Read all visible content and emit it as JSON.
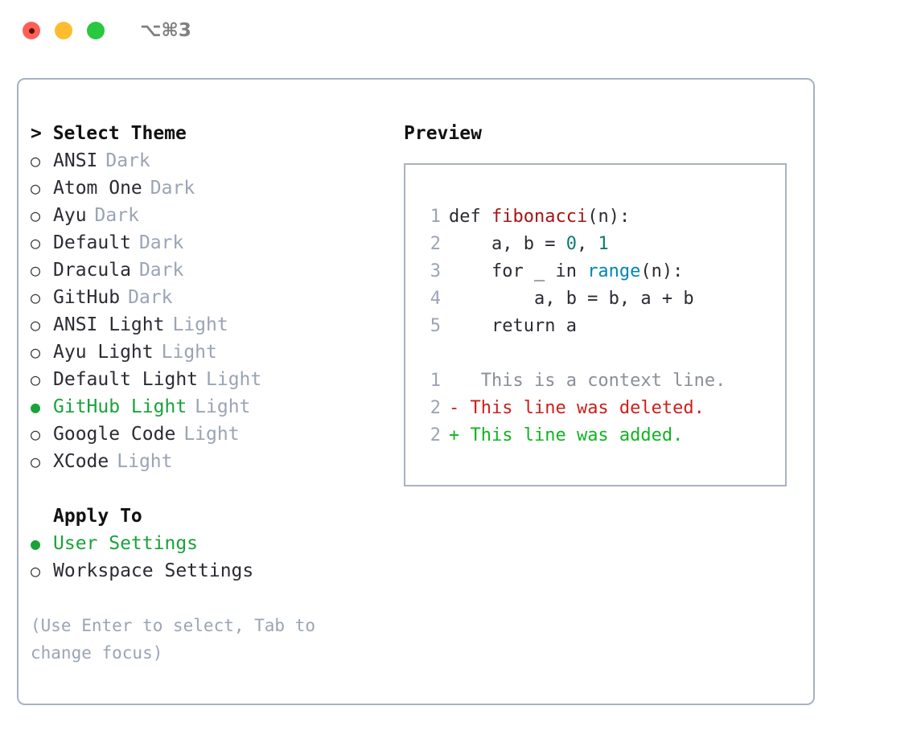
{
  "titlebar": {
    "shortcut": "⌥⌘3",
    "lights": [
      "close-red",
      "minimize-amber",
      "maximize-green"
    ]
  },
  "theme_panel": {
    "header": "> Select Theme",
    "options": [
      {
        "marker": "○",
        "label": "ANSI",
        "kind": "Dark",
        "selected": false
      },
      {
        "marker": "○",
        "label": "Atom One",
        "kind": "Dark",
        "selected": false
      },
      {
        "marker": "○",
        "label": "Ayu",
        "kind": "Dark",
        "selected": false
      },
      {
        "marker": "○",
        "label": "Default",
        "kind": "Dark",
        "selected": false
      },
      {
        "marker": "○",
        "label": "Dracula",
        "kind": "Dark",
        "selected": false
      },
      {
        "marker": "○",
        "label": "GitHub",
        "kind": "Dark",
        "selected": false
      },
      {
        "marker": "○",
        "label": "ANSI Light",
        "kind": "Light",
        "selected": false
      },
      {
        "marker": "○",
        "label": "Ayu Light",
        "kind": "Light",
        "selected": false
      },
      {
        "marker": "○",
        "label": "Default Light",
        "kind": "Light",
        "selected": false
      },
      {
        "marker": "●",
        "label": "GitHub Light",
        "kind": "Light",
        "selected": true
      },
      {
        "marker": "○",
        "label": "Google Code",
        "kind": "Light",
        "selected": false
      },
      {
        "marker": "○",
        "label": "XCode",
        "kind": "Light",
        "selected": false
      }
    ]
  },
  "apply_to": {
    "header": "Apply To",
    "options": [
      {
        "marker": "●",
        "label": "User Settings",
        "selected": true
      },
      {
        "marker": "○",
        "label": "Workspace Settings",
        "selected": false
      }
    ]
  },
  "hint": "(Use Enter to select, Tab to change focus)",
  "preview": {
    "header": "Preview",
    "code_lines": [
      {
        "num": "1",
        "tokens": [
          {
            "text": "def ",
            "type": "plain"
          },
          {
            "text": "fibonacci",
            "type": "func"
          },
          {
            "text": "(n):",
            "type": "plain"
          }
        ]
      },
      {
        "num": "2",
        "tokens": [
          {
            "text": "    a, b = ",
            "type": "plain"
          },
          {
            "text": "0",
            "type": "num"
          },
          {
            "text": ", ",
            "type": "plain"
          },
          {
            "text": "1",
            "type": "num"
          }
        ]
      },
      {
        "num": "3",
        "tokens": [
          {
            "text": "    for _ in ",
            "type": "plain"
          },
          {
            "text": "range",
            "type": "builtin"
          },
          {
            "text": "(n):",
            "type": "plain"
          }
        ]
      },
      {
        "num": "4",
        "tokens": [
          {
            "text": "        a, b = b, a + b",
            "type": "plain"
          }
        ]
      },
      {
        "num": "5",
        "tokens": [
          {
            "text": "    return a",
            "type": "plain"
          }
        ]
      }
    ],
    "diff_lines": [
      {
        "num": "1",
        "sign": " ",
        "text": "  This is a context line.",
        "kind": "context"
      },
      {
        "num": "2",
        "sign": "-",
        "text": " This line was deleted.",
        "kind": "delete"
      },
      {
        "num": "2",
        "sign": "+",
        "text": " This line was added.",
        "kind": "add"
      }
    ]
  },
  "colors": {
    "accent_green": "#19a33a",
    "muted": "#9aa4b4",
    "border": "#a8b2c1",
    "text": "#2b2b33",
    "syntax_function": "#a31515",
    "syntax_number": "#0f7b6c",
    "syntax_builtin": "#0086b3",
    "diff_delete": "#cc1f1a",
    "diff_add": "#12b422",
    "diff_context": "#8a8f98",
    "light_red": "#ff5f57",
    "light_amber": "#febc2e",
    "light_green": "#28c840"
  }
}
